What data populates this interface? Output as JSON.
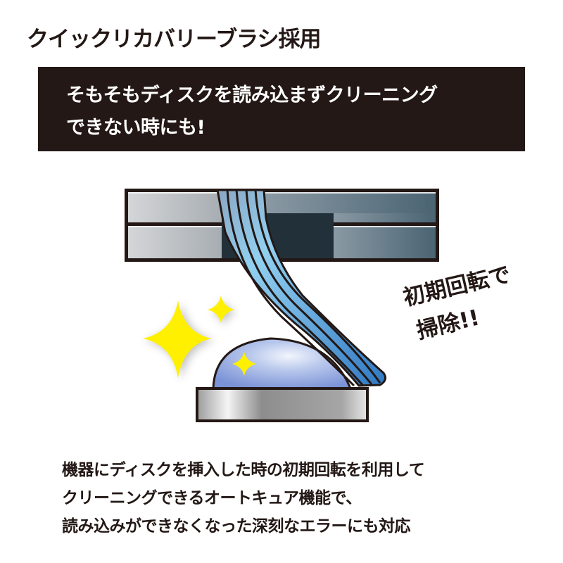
{
  "title": "クイックリカバリーブラシ採用",
  "banner": {
    "lines": [
      "そもそもディスクを読み込まずクリーニング",
      "できない時にも!"
    ],
    "background": "#231815",
    "text_color": "#ffffff"
  },
  "illustration": {
    "description": "Optical drive lens being cleaned by a blue brush during initial rotation",
    "callout_lines": [
      "初期回転で",
      "掃除!!"
    ],
    "icons": [
      "drive-slot",
      "cleaning-brush",
      "lens-dome",
      "sparkle-large",
      "sparkle-small",
      "sparkle-on-lens"
    ],
    "colors": {
      "brush": "#5d9fd6",
      "sparkle": "#fff000",
      "outline": "#231815",
      "lens": "#a9bde6"
    }
  },
  "description": {
    "lines": [
      "機器にディスクを挿入した時の初期回転を利用して",
      "クリーニングできるオートキュア機能で、",
      "読み込みができなくなった深刻なエラーにも対応"
    ]
  }
}
